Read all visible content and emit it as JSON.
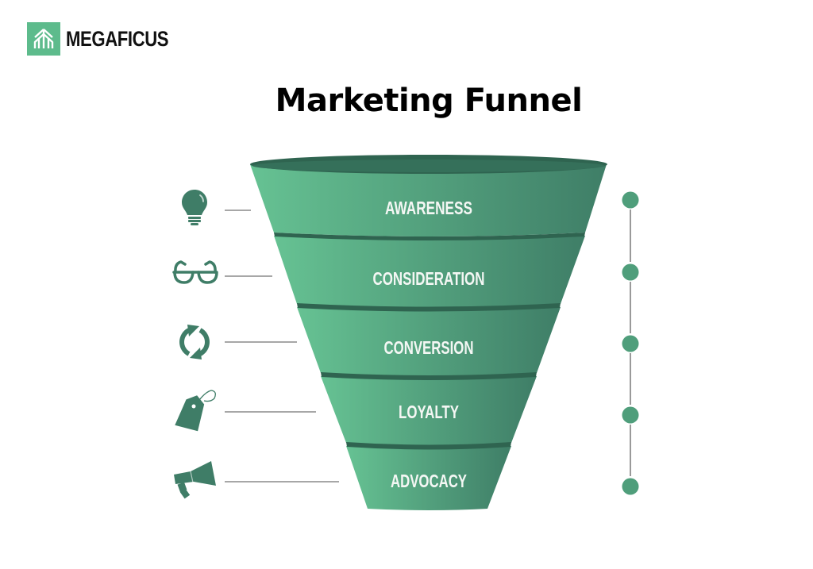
{
  "brand": {
    "name": "MEGAFICUS",
    "logo_icon": "pine-tree-icon",
    "color": "#5dbb8c"
  },
  "title": "Marketing Funnel",
  "colors": {
    "funnel_light": "#62bd8e",
    "funnel_dark": "#3d7e66",
    "rim": "#2f6450",
    "icon": "#3f7d67",
    "dot": "#4f9e7b",
    "line": "#8a8a8a"
  },
  "stages": [
    {
      "label": "AWARENESS",
      "icon": "lightbulb-icon"
    },
    {
      "label": "CONSIDERATION",
      "icon": "glasses-icon"
    },
    {
      "label": "CONVERSION",
      "icon": "refresh-cycle-icon"
    },
    {
      "label": "LOYALTY",
      "icon": "price-tag-icon"
    },
    {
      "label": "ADVOCACY",
      "icon": "megaphone-icon"
    }
  ]
}
